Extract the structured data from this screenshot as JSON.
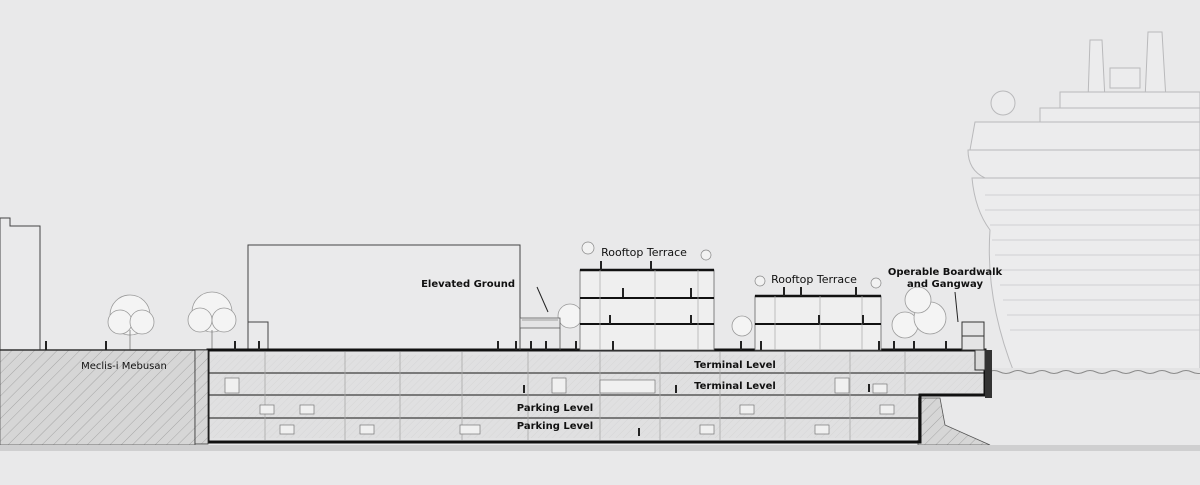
{
  "labels": {
    "rooftop_terrace_1": "Rooftop Terrace",
    "rooftop_terrace_2": "Rooftop Terrace",
    "elevated_ground": "Elevated Ground",
    "boardwalk_line1": "Operable Boardwalk",
    "boardwalk_line2": "and Gangway",
    "street": "Meclis-i Mebusan",
    "terminal_level_1": "Terminal Level",
    "terminal_level_2": "Terminal Level",
    "parking_level_1": "Parking Level",
    "parking_level_2": "Parking Level"
  },
  "colors": {
    "sky": "#e9e9ea",
    "ground_fill": "#d2d2d2",
    "ink": "#1a1a1a",
    "line": "#6b6b6b",
    "water": "#dcdcdc"
  }
}
